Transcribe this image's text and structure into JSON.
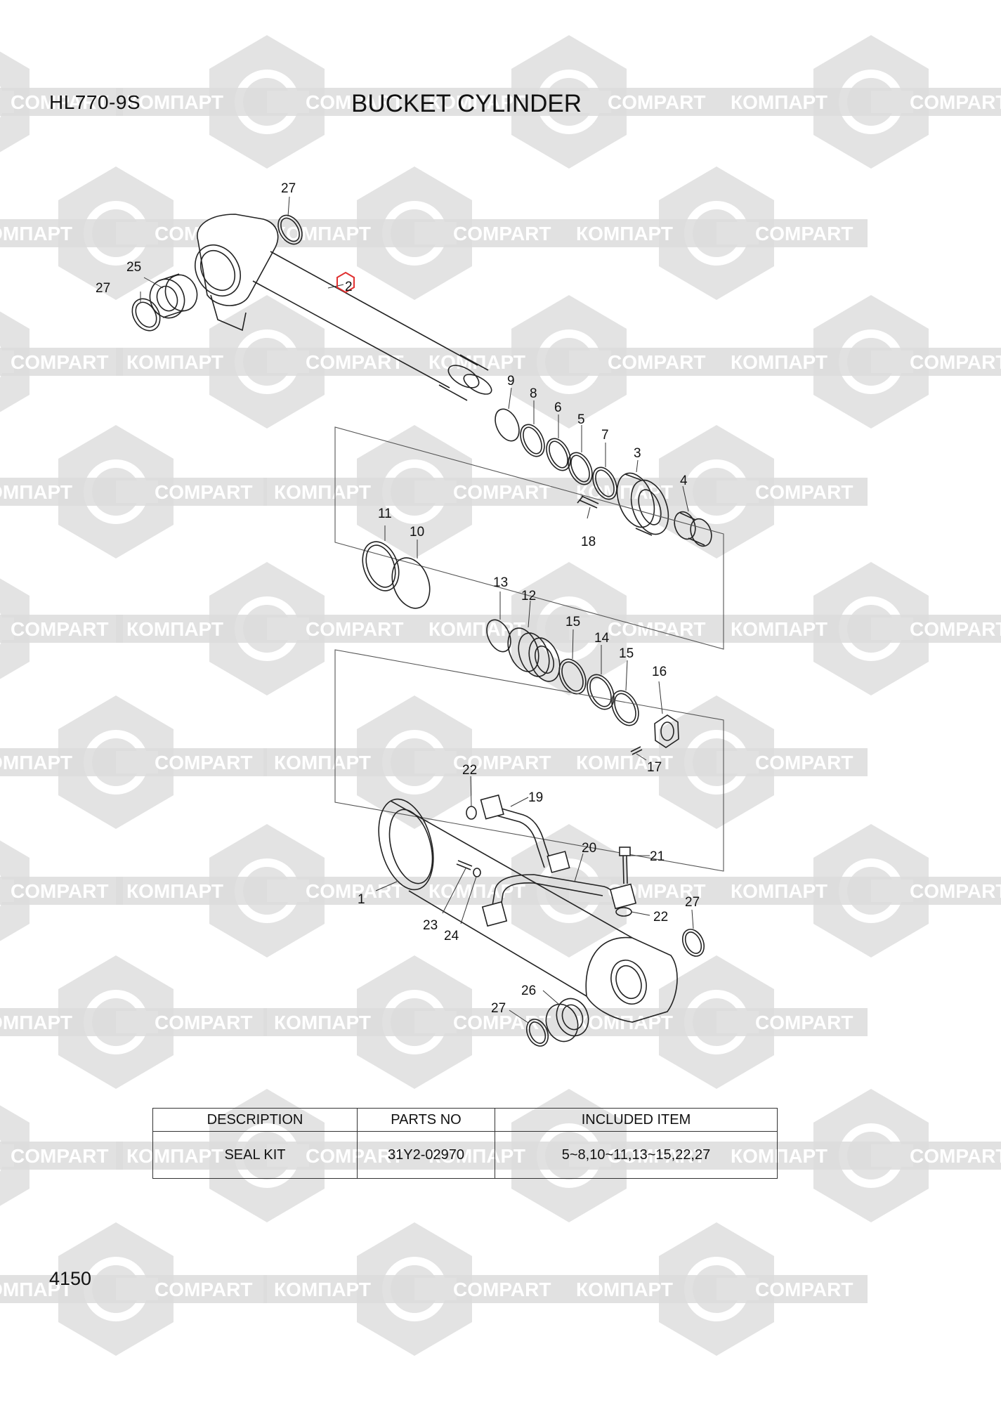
{
  "header": {
    "model": "HL770-9S",
    "title": "BUCKET CYLINDER"
  },
  "watermark": {
    "text_latin": "COMPART",
    "text_cyrillic": "КОМПАРТ",
    "color": "#d9d9d9"
  },
  "callouts": {
    "c1": "1",
    "c2": "2",
    "c3": "3",
    "c4": "4",
    "c5": "5",
    "c6": "6",
    "c7": "7",
    "c8": "8",
    "c9": "9",
    "c10": "10",
    "c11": "11",
    "c12": "12",
    "c13": "13",
    "c14": "14",
    "c15a": "15",
    "c15b": "15",
    "c16": "16",
    "c17": "17",
    "c18": "18",
    "c19": "19",
    "c20": "20",
    "c21": "21",
    "c22a": "22",
    "c22b": "22",
    "c23": "23",
    "c24": "24",
    "c25": "25",
    "c26": "26",
    "c27a": "27",
    "c27b": "27",
    "c27c": "27",
    "c27d": "27"
  },
  "highlight_color": "#e03030",
  "table": {
    "headers": [
      "DESCRIPTION",
      "PARTS NO",
      "INCLUDED ITEM"
    ],
    "rows": [
      [
        "SEAL KIT",
        "31Y2-02970",
        "5~8,10~11,13~15,22,27"
      ]
    ]
  },
  "page_number": "4150"
}
